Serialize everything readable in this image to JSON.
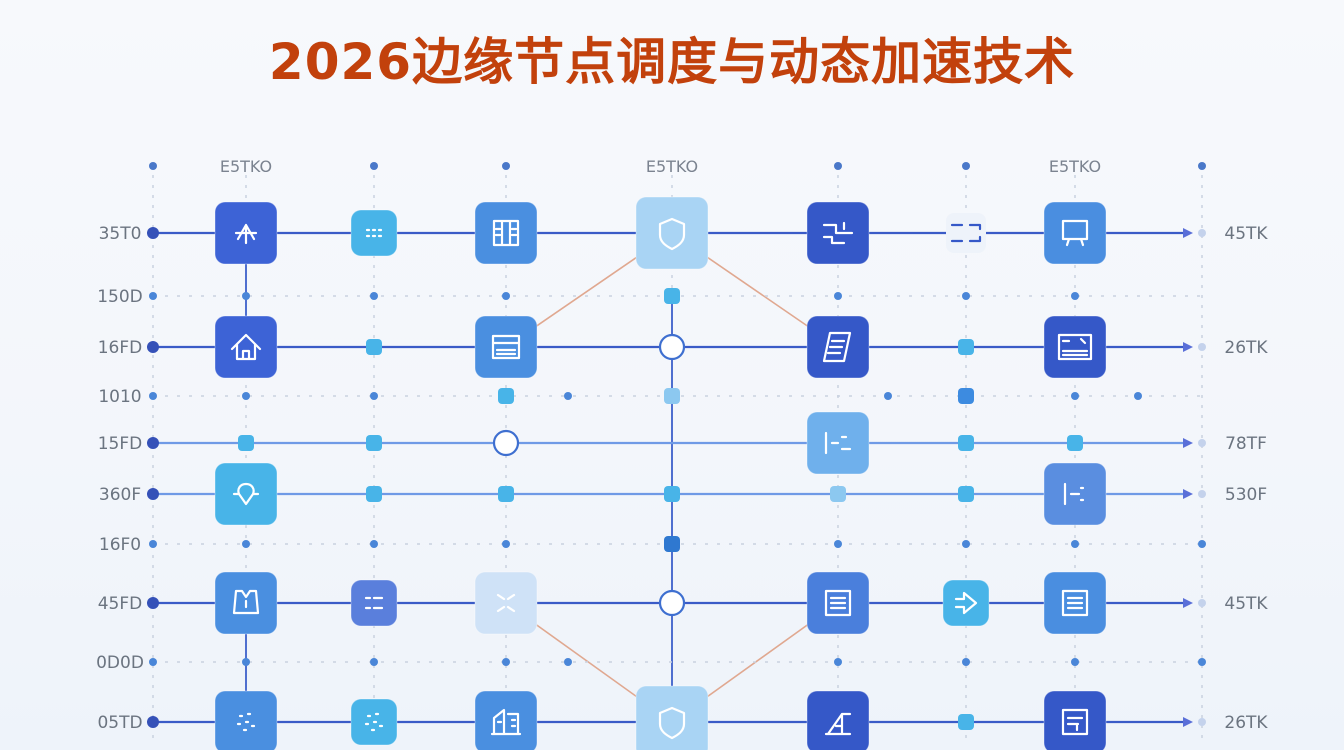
{
  "title": "2026边缘节点调度与动态加速技术",
  "column_labels": [
    "E5TKO",
    "E5TKO",
    "E5TKO"
  ],
  "rows": [
    {
      "left": "35T0",
      "right": "45TK",
      "arrow": true
    },
    {
      "left": "150D",
      "right": "",
      "arrow": false
    },
    {
      "left": "16FD",
      "right": "26TK",
      "arrow": true
    },
    {
      "left": "1010",
      "right": "",
      "arrow": false
    },
    {
      "left": "15FD",
      "right": "78TF",
      "arrow": true
    },
    {
      "left": "360F",
      "right": "530F",
      "arrow": true
    },
    {
      "left": "16F0",
      "right": "",
      "arrow": false
    },
    {
      "left": "45FD",
      "right": "45TK",
      "arrow": true
    },
    {
      "left": "0D0D",
      "right": "",
      "arrow": false
    },
    {
      "left": "05TD",
      "right": "26TK",
      "arrow": true
    }
  ],
  "colors": {
    "title": "#c2410c",
    "node_dark": "#3d63d6",
    "node_mid": "#4a8fe0",
    "node_light": "#48b4e8",
    "node_pale": "#9dcbf0",
    "line": "#3a5bc7",
    "connector": "#e0a890"
  },
  "icons": [
    "network-icon",
    "dots-icon",
    "panel-icon",
    "shield-icon",
    "route-icon",
    "bracket-icon",
    "display-icon",
    "home-icon",
    "list-icon",
    "document-icon",
    "server-rack-icon",
    "flow-icon",
    "location-pin-icon",
    "split-icon",
    "person-icon",
    "dash-grid-icon",
    "sync-icon",
    "send-icon",
    "lines-icon",
    "scatter-icon",
    "building-icon",
    "chart-icon",
    "text-icon"
  ]
}
